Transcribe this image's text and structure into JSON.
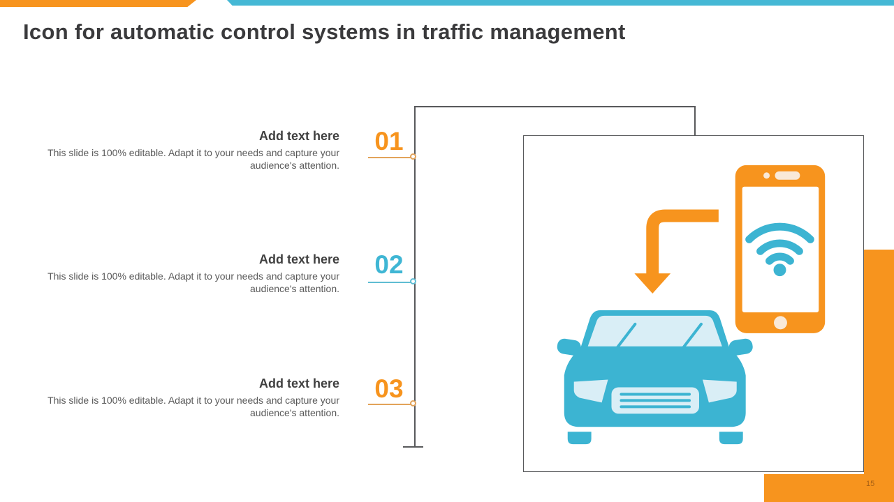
{
  "title": "Icon for automatic control systems in traffic management",
  "page_number": "15",
  "items": [
    {
      "number": "01",
      "heading": "Add text here",
      "body": "This slide is 100% editable. Adapt it to your needs and capture your audience's attention.",
      "accent": "#F7941E",
      "connector": "#E2A35A"
    },
    {
      "number": "02",
      "heading": "Add text here",
      "body": "This slide is 100% editable. Adapt it to your needs and capture your audience's attention.",
      "accent": "#3FB6D4",
      "connector": "#5FBDD3"
    },
    {
      "number": "03",
      "heading": "Add text here",
      "body": "This slide is 100% editable. Adapt it to your needs and capture your audience's attention.",
      "accent": "#F7941E",
      "connector": "#E2A35A"
    }
  ],
  "illustration": {
    "description": "Connected car concept: smartphone with wifi signal and curved arrow pointing down to a car",
    "icons": [
      "curved-arrow-icon",
      "smartphone-icon",
      "wifi-icon",
      "car-icon"
    ]
  },
  "colors": {
    "top_bar_orange": "#F7941E",
    "top_bar_teal": "#45B8D5",
    "title_text": "#3A3A3C",
    "heading_text": "#404040",
    "body_text": "#595959",
    "line_gray": "#58595B",
    "side_band_orange": "#F7941E",
    "page_number_text": "#A55F14",
    "illustration_orange": "#F7941E",
    "illustration_teal": "#3CB4D2",
    "illustration_light": "#D9EEF6",
    "phone_detail_cream": "#F9E9D8",
    "box_background": "#FFFFFF"
  }
}
